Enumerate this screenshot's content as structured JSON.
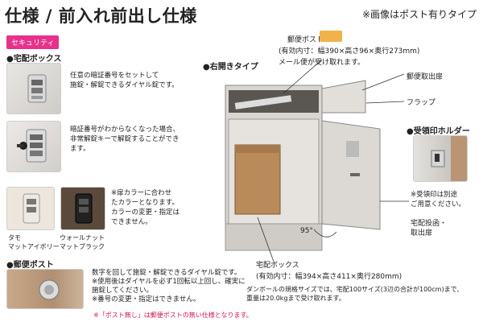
{
  "header": {
    "title": "仕様 / 前入れ前出し仕様",
    "note": "※画像はポスト有りタイプ"
  },
  "left": {
    "badge": "セキュリティ",
    "takuhai_head": "●宅配ボックス",
    "takuhai_desc1": [
      "任意の暗証番号をセットして",
      "施錠・解錠できるダイヤル錠です。"
    ],
    "takuhai_desc2": [
      "暗証番号がわからなくなった場合、",
      "非常解錠キーで解錠することができ",
      "ます。"
    ],
    "takuhai_desc3": [
      "※扉カラーに合わせ",
      "たカラーとなります。",
      "カラーの変更・指定は",
      "できません。"
    ],
    "lock_color1": [
      "タモ",
      "マットアイボリー"
    ],
    "lock_color2": [
      "ウォールナット",
      "マットブラック"
    ],
    "yubin_head": "●郵便ポスト",
    "yubin_desc": [
      "数字を回して施錠・解錠できるダイヤル錠です。",
      "※使用後はダイヤルを必ず1回転以上回し、確実に",
      "施錠してください。",
      "※番号の変更・指定はできません。"
    ],
    "footnote": "※「ポスト無し」は郵便ポストの無い仕様となります。"
  },
  "diagram": {
    "type_label": "●右開きタイプ",
    "post_title": "郵便ポスト",
    "post_size": "(有効内寸：幅390×高さ96×奥行273mm)",
    "post_note": "メール便が受け取れます。",
    "mail_out": "郵便取出扉",
    "flap": "フラップ",
    "receipt_head": "●受領印ホルダー",
    "receipt_note": [
      "※受領印は別途",
      "ご用意ください。"
    ],
    "delivery_door": [
      "宅配投函・",
      "取出扉"
    ],
    "angle": "95°",
    "box_title": "宅配ボックス",
    "box_size": "(有効内寸：幅394×高さ411×奥行280mm)",
    "box_note": [
      "ダンボールの規格サイズでは、宅配100サイズ(3辺の合計が100cm)まで、",
      "重量は20.0kgまで受け取れます。"
    ]
  }
}
